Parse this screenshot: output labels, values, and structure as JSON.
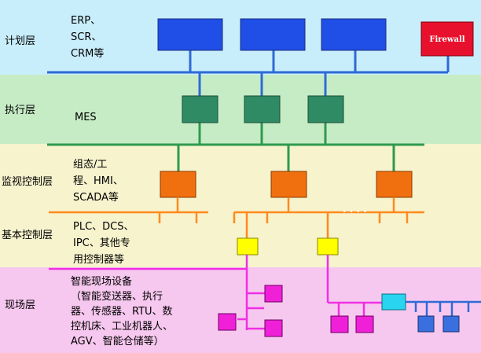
{
  "colors": {
    "band_plan": "#c9eefb",
    "band_exec": "#c6ecc6",
    "band_monitor": "#f6f3cd",
    "band_basic": "#f6f3cd",
    "band_field": "#f7c8ef",
    "bus_blue": "#2e6bd6",
    "bus_green": "#2f9a4e",
    "bus_orange": "#ff8a1e",
    "bus_magenta": "#f02fe4",
    "erp_box": "#1f4fe6",
    "mes_box": "#2e8b64",
    "hmi_box": "#f07010",
    "plc_box": "#ffff00",
    "field_box": "#f020d8",
    "switch_box": "#28d4f0",
    "device_box": "#3a6fe0",
    "firewall_box": "#e8112d"
  },
  "layers": {
    "plan": {
      "title": "计划层",
      "desc": [
        "ERP、",
        "SCR、",
        "CRM等"
      ],
      "firewall": "Firewall"
    },
    "exec": {
      "title": "执行层",
      "desc": [
        "MES"
      ]
    },
    "monitor": {
      "title": "监视控制层",
      "desc": [
        "组态/工",
        "程、HMI、",
        "SCADA等"
      ],
      "dots": "· · · ·"
    },
    "basic": {
      "title": "基本控制层",
      "desc": [
        "PLC、DCS、",
        "IPC、其他专",
        "用控制器等"
      ]
    },
    "field": {
      "title": "现场层",
      "desc": [
        "智能现场设备",
        "（智能变送器、执行",
        "器、传感器、RTU、数",
        "控机床、工业机器人、",
        "AGV、智能仓储等）"
      ]
    }
  }
}
